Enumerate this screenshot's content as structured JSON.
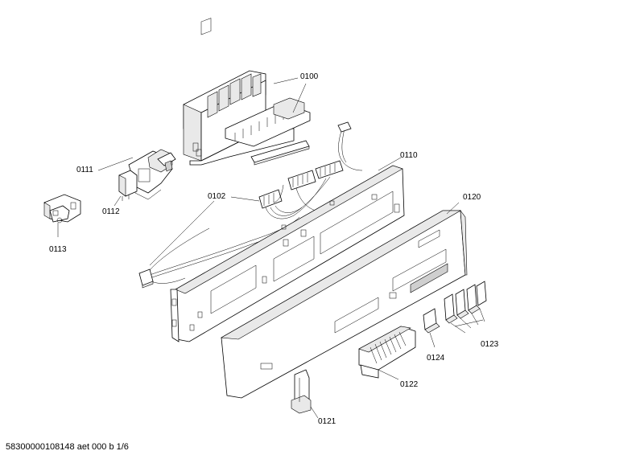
{
  "diagram": {
    "labels": {
      "p0100": "0100",
      "p0110": "0110",
      "p0111": "0111",
      "p0112": "0112",
      "p0113": "0113",
      "p0102": "0102",
      "p0120": "0120",
      "p0121": "0121",
      "p0122": "0122",
      "p0123": "0123",
      "p0124": "0124"
    }
  },
  "footer": {
    "document_id": "58300000108148 aet 000 b 1/6"
  }
}
